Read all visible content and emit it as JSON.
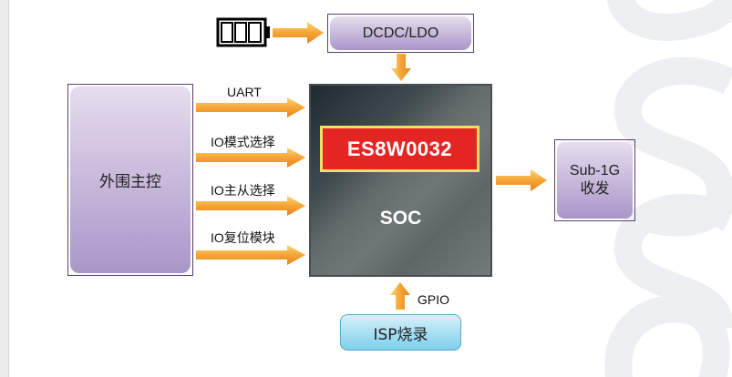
{
  "diagram": {
    "nodes": {
      "power_regulator": "DCDC/LDO",
      "host_controller": "外围主控",
      "chip_model": "ES8W0032",
      "soc_label": "SOC",
      "rf_transceiver_line1": "Sub-1G",
      "rf_transceiver_line2": "收发",
      "isp_programming": "ISP烧录"
    },
    "host_links": [
      {
        "label": "UART"
      },
      {
        "label": "IO模式选择"
      },
      {
        "label": "IO主从选择"
      },
      {
        "label": "IO复位模块"
      }
    ],
    "gpio_label": "GPIO",
    "icons": {
      "battery": "battery-icon",
      "arrow": "orange-arrow-icon",
      "watermark": "brand-watermark"
    },
    "colors": {
      "arrow": "#f4a030",
      "purple_box": "#c5b6dd",
      "chip_red": "#e52424",
      "chip_border": "#f0e060",
      "soc_dark": "#3e4a4d",
      "isp_blue": "#8fd6ef"
    }
  }
}
